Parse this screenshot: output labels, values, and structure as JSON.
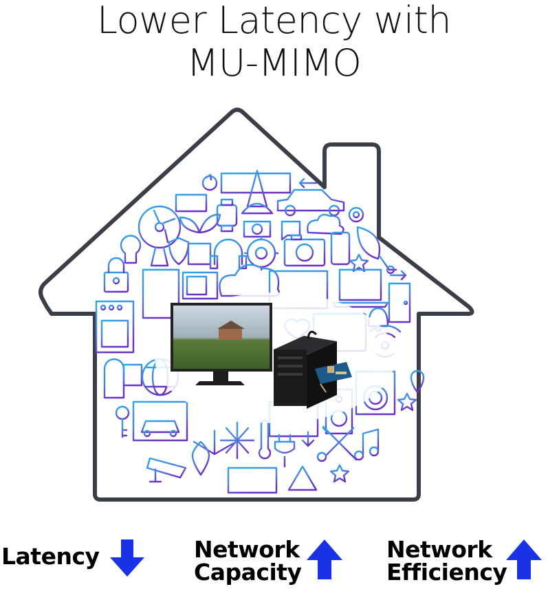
{
  "title": {
    "line1": "Lower Latency with",
    "line2": "MU-MIMO"
  },
  "features": [
    {
      "line1": "Latency",
      "line2": "",
      "direction": "down"
    },
    {
      "line1": "Network",
      "line2": "Capacity",
      "direction": "up"
    },
    {
      "line1": "Network",
      "line2": "Efficiency",
      "direction": "up"
    }
  ],
  "colors": {
    "house_outline": "#3b3d47",
    "icon_gradient_top": "#29a9e8",
    "icon_gradient_bottom": "#6a2fc4",
    "arrow_blue": "#1a32e6",
    "text": "#000000"
  },
  "illustration": {
    "house": "house-outline",
    "icons": [
      "battery-icon",
      "car-icon",
      "fan-icon",
      "plant-icon",
      "lightbulb-icon",
      "shield-icon",
      "padlock-icon",
      "camera-icon",
      "phone-icon",
      "gear-icon",
      "cloud-icon",
      "headphones-icon",
      "laptop-icon",
      "fridge-icon",
      "stove-icon",
      "mailbox-icon",
      "globe-icon",
      "key-icon",
      "washing-machine-icon",
      "wifi-antenna-icon",
      "snowflake-icon",
      "wind-turbine-icon",
      "thermometer-icon",
      "plug-icon",
      "tools-icon",
      "music-note-icon",
      "cctv-icon",
      "radiator-icon",
      "star-icon",
      "door-icon",
      "bell-icon",
      "satellite-dish-icon",
      "recycle-icon",
      "droplet-icon",
      "speaker-icon"
    ],
    "devices": [
      "desktop-monitor",
      "pc-tower",
      "wifi-adapter-card"
    ]
  }
}
